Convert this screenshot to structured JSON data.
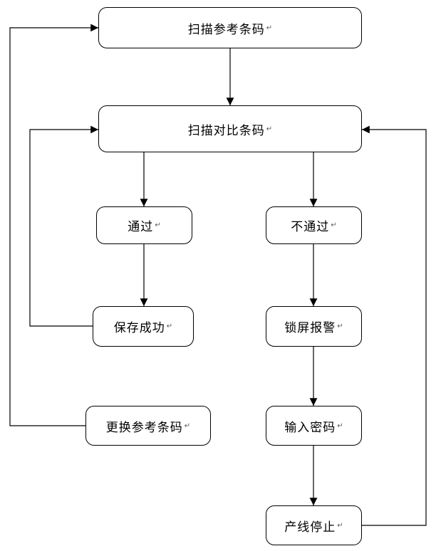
{
  "diagram": {
    "type": "flowchart",
    "eol_mark": "↵",
    "colors": {
      "line": "#000000",
      "box_border": "#000000",
      "box_background": "#ffffff",
      "text": "#000000"
    },
    "nodes": [
      {
        "id": "scan_reference",
        "label": "扫描参考条码"
      },
      {
        "id": "scan_compare",
        "label": "扫描对比条码"
      },
      {
        "id": "pass",
        "label": "通过"
      },
      {
        "id": "fail",
        "label": "不通过"
      },
      {
        "id": "save_success",
        "label": "保存成功"
      },
      {
        "id": "lock_alarm",
        "label": "锁屏报警"
      },
      {
        "id": "replace_reference",
        "label": "更换参考条码"
      },
      {
        "id": "enter_password",
        "label": "输入密码"
      },
      {
        "id": "line_stop",
        "label": "产线停止"
      }
    ],
    "edges": [
      {
        "from": "scan_reference",
        "to": "scan_compare"
      },
      {
        "from": "scan_compare",
        "to": "pass"
      },
      {
        "from": "scan_compare",
        "to": "fail"
      },
      {
        "from": "pass",
        "to": "save_success"
      },
      {
        "from": "save_success",
        "to": "scan_compare"
      },
      {
        "from": "fail",
        "to": "lock_alarm"
      },
      {
        "from": "lock_alarm",
        "to": "enter_password"
      },
      {
        "from": "enter_password",
        "to": "line_stop"
      },
      {
        "from": "line_stop",
        "to": "scan_compare"
      },
      {
        "from": "replace_reference",
        "to": "scan_reference"
      }
    ]
  }
}
